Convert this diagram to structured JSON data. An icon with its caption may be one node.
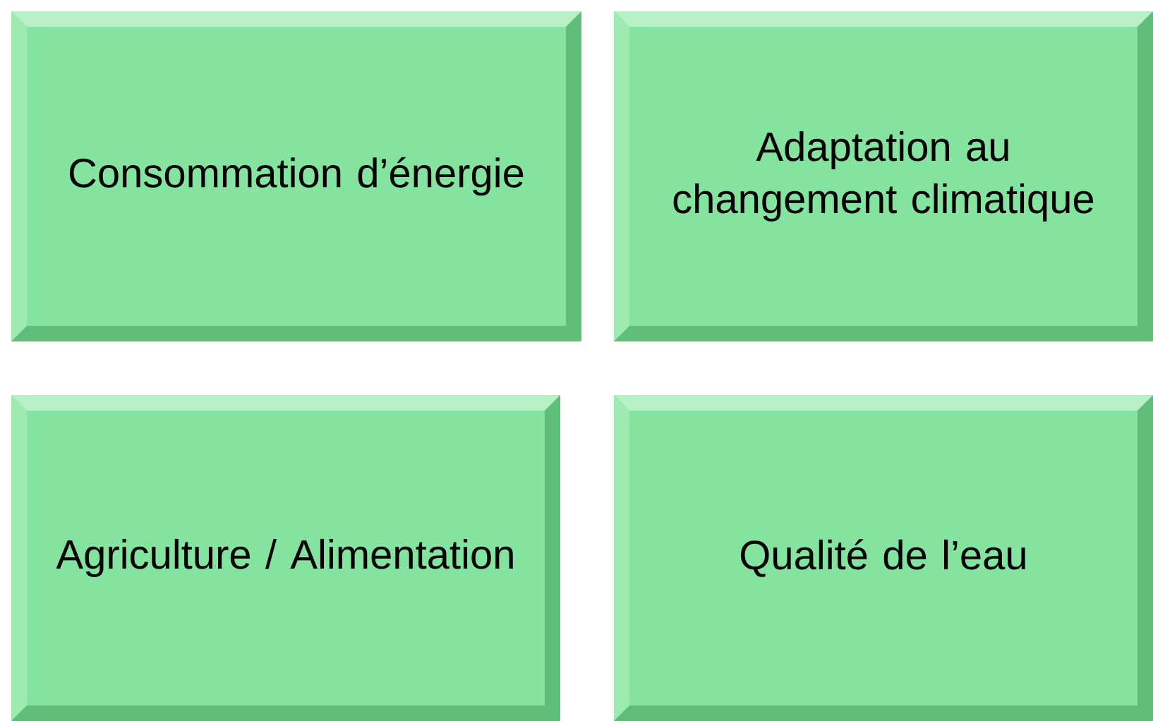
{
  "diagram": {
    "nodes": [
      {
        "text": [
          "Consommation d’énergie"
        ]
      },
      {
        "text": [
          "Adaptation au changement climatique"
        ]
      },
      {
        "text": [
          "Agriculture / Alimentation"
        ]
      },
      {
        "text": [
          "Qualité de l’eau"
        ]
      }
    ]
  }
}
